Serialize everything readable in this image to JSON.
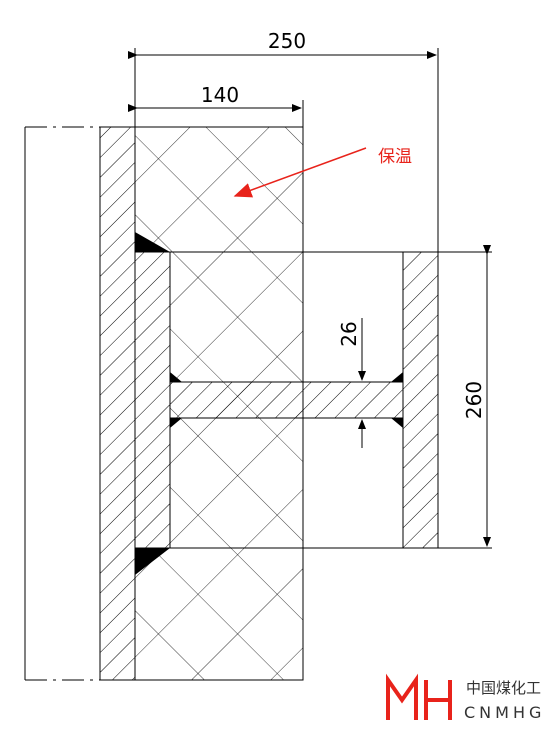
{
  "dimensions": {
    "overall_width": "250",
    "insulation_width": "140",
    "plate_thickness": "26",
    "bracket_height": "260"
  },
  "annotation": {
    "insulation_label": "保温"
  },
  "logo": {
    "name_cn": "中国煤化工",
    "name_en": "CNMHG"
  },
  "colors": {
    "line": "#000000",
    "annotation": "#e8231b",
    "logo_red": "#e8231b"
  }
}
